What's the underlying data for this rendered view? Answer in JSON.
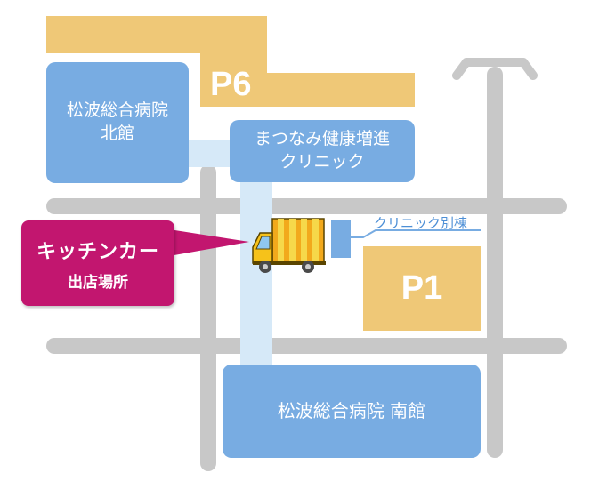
{
  "map": {
    "north_building": {
      "line1": "松波総合病院",
      "line2": "北館"
    },
    "clinic": {
      "line1": "まつなみ健康増進",
      "line2": "クリニック"
    },
    "annex_label": "クリニック別棟",
    "south_building": "松波総合病院 南館",
    "parking_p6": "P6",
    "parking_p1": "P1",
    "kitchen_car": {
      "line1": "キッチンカー",
      "line2": "出店場所"
    }
  },
  "colors": {
    "building": "#78ace2",
    "parking": "#efc877",
    "road": "#c8c8c8",
    "walkway": "#d6e9f8",
    "callout": "#c2166f",
    "truck_body": "#f2a91c",
    "truck_cab": "#f6c21a"
  },
  "icons": [
    "truck-icon",
    "street-lamp-icon"
  ]
}
